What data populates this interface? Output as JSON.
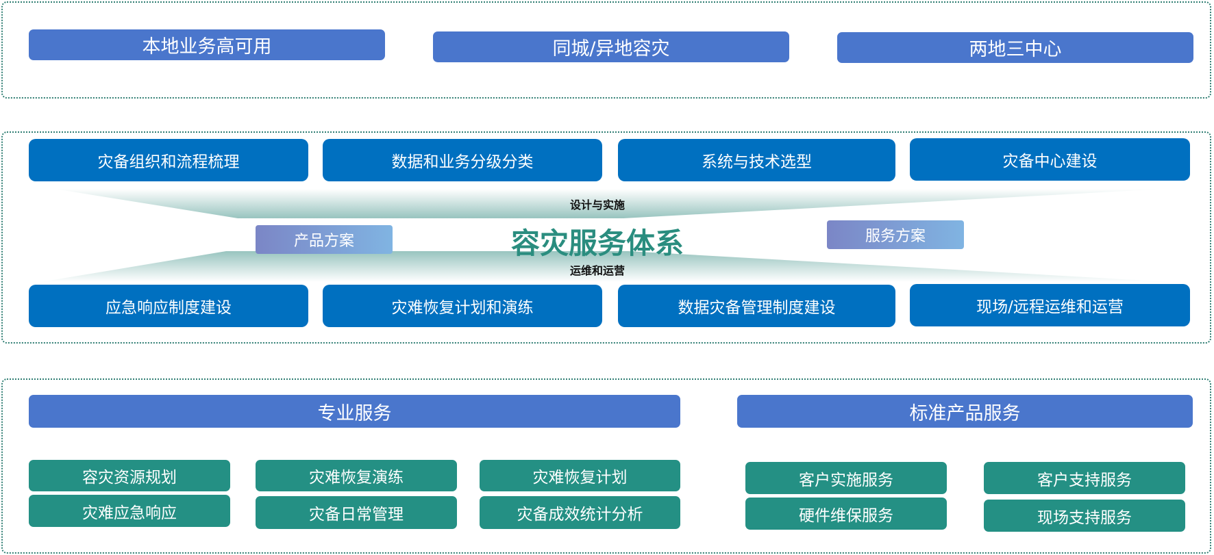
{
  "top_row": [
    "本地业务高可用",
    "同城/异地容灾",
    "两地三中心"
  ],
  "middle": {
    "design_row": [
      "灾备组织和流程梳理",
      "数据和业务分级分类",
      "系统与技术选型",
      "灾备中心建设"
    ],
    "design_label": "设计与实施",
    "center_title": "容灾服务体系",
    "product_plan": "产品方案",
    "service_plan": "服务方案",
    "ops_label": "运维和运营",
    "ops_row": [
      "应急响应制度建设",
      "灾难恢复计划和演练",
      "数据灾备管理制度建设",
      "现场/远程运维和运营"
    ]
  },
  "bottom": {
    "professional_header": "专业服务",
    "professional_items": [
      "容灾资源规划",
      "灾难应急响应",
      "灾难恢复演练",
      "灾备日常管理",
      "灾难恢复计划",
      "灾备成效统计分析"
    ],
    "standard_header": "标准产品服务",
    "standard_items": [
      "客户实施服务",
      "硬件维保服务",
      "客户支持服务",
      "现场支持服务"
    ]
  },
  "colors": {
    "header": "#4a76cc",
    "blue": "#0070c0",
    "teal": "#249084",
    "title": "#2a8d7f"
  }
}
